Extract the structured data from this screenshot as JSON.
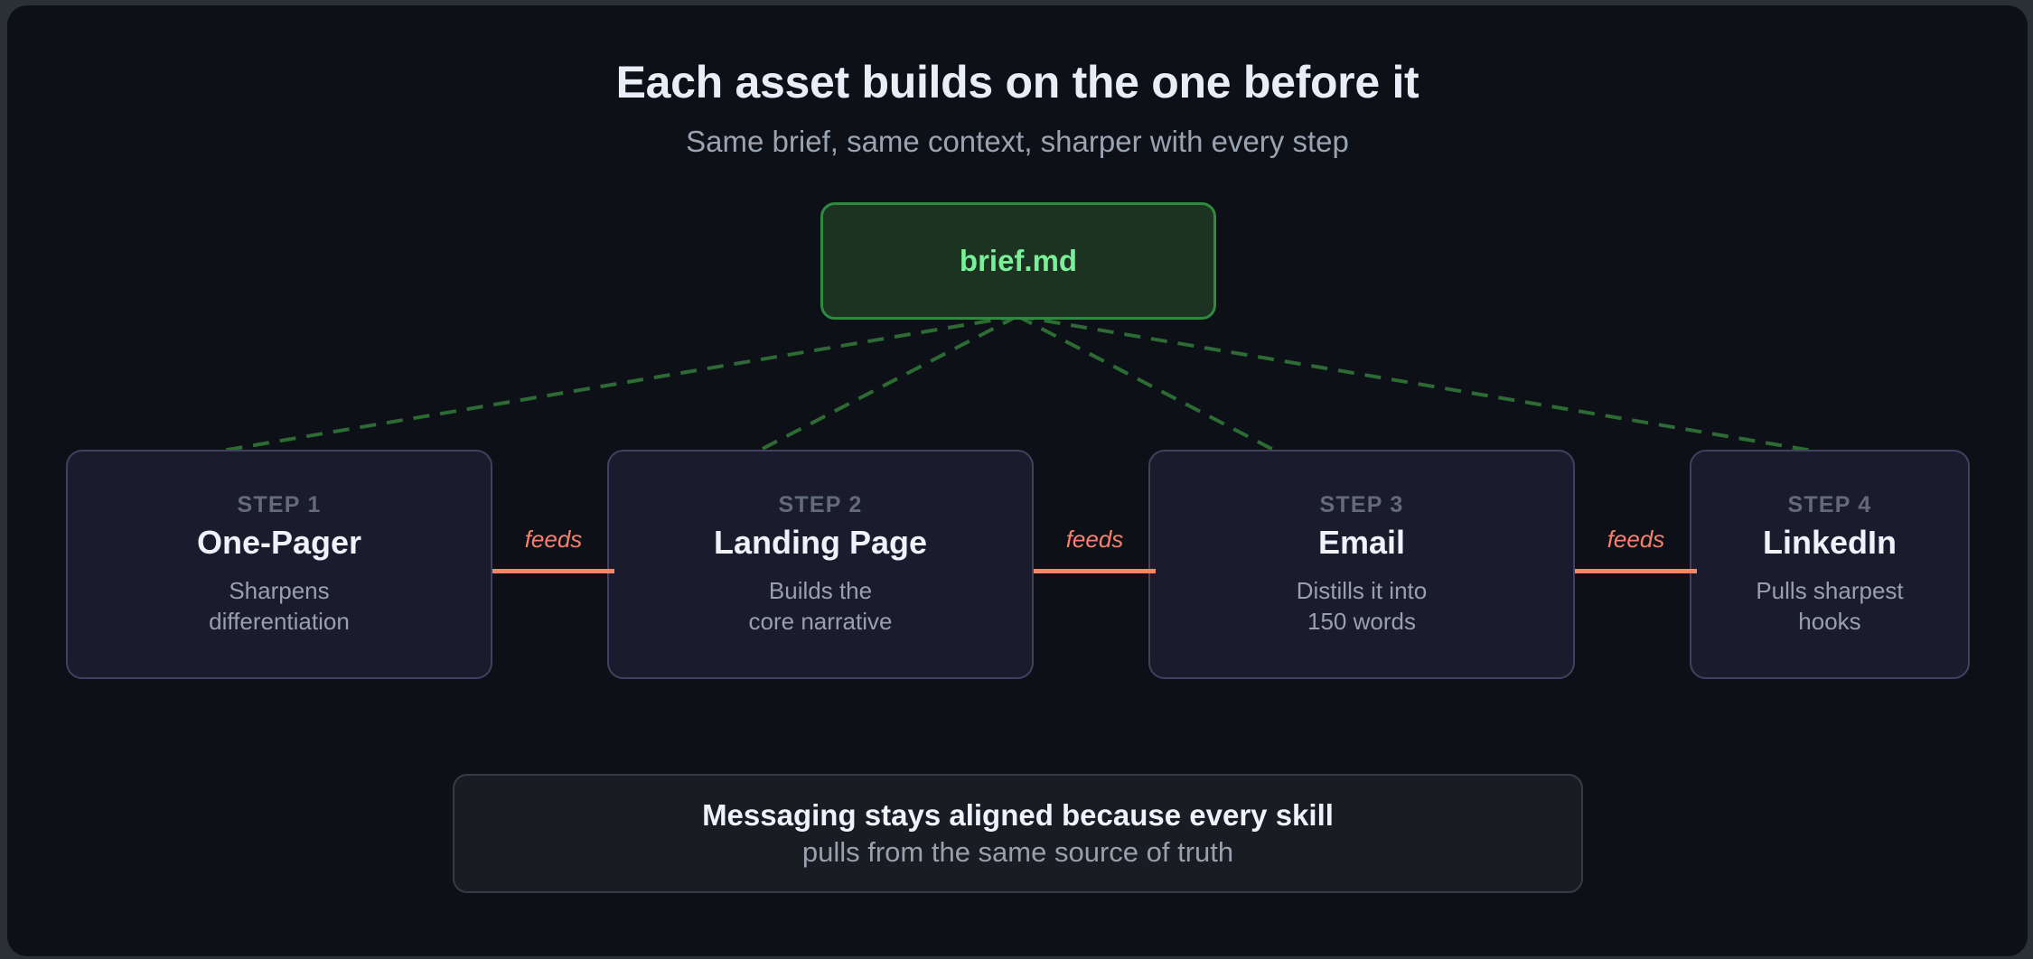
{
  "header": {
    "title": "Each asset builds on the one before it",
    "subtitle": "Same brief, same context, sharper with every step"
  },
  "source_node": {
    "label": "brief.md",
    "fill_color": "#1b3320",
    "border_color": "#2e8a3f",
    "text_color": "#79ef98"
  },
  "connectors": {
    "fan_color": "#2d6b35",
    "fan_style": "dashed",
    "feeds_label": "feeds",
    "feeds_color": "#f9806b",
    "feeds_items": [
      "feeds",
      "feeds",
      "feeds"
    ]
  },
  "steps": [
    {
      "step_label": "STEP 1",
      "title": "One-Pager",
      "desc_line1": "Sharpens",
      "desc_line2": "differentiation"
    },
    {
      "step_label": "STEP 2",
      "title": "Landing Page",
      "desc_line1": "Builds the",
      "desc_line2": "core narrative"
    },
    {
      "step_label": "STEP 3",
      "title": "Email",
      "desc_line1": "Distills it into",
      "desc_line2": "150 words"
    },
    {
      "step_label": "STEP 4",
      "title": "LinkedIn",
      "desc_line1": "Pulls sharpest",
      "desc_line2": "hooks"
    }
  ],
  "footer": {
    "line1": "Messaging stays aligned because every skill",
    "line2": "pulls from the same source of truth"
  },
  "theme": {
    "page_background": "#2b2f36",
    "panel_background": "#0d1117",
    "card_background": "#1b1b2e",
    "card_border": "#41415f",
    "title_color": "#e8edf7",
    "muted_color": "#98a0ad"
  }
}
